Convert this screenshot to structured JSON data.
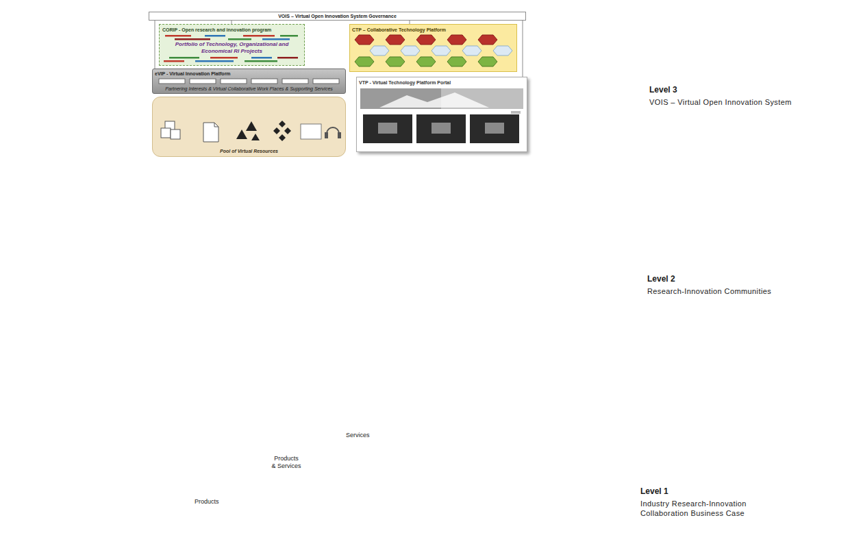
{
  "diagram": {
    "nodes": [
      {
        "text": [
          "Level 3",
          "VOIS – Virtual Open Innovation System"
        ]
      },
      {
        "text": [
          "VOIS – Virtual Open Innovation System Governance"
        ],
        "in": 0
      },
      {
        "text": [
          "CORIP - Open research and innovation program",
          "Portfolio of Technology, Organizational and Economical RI Projects"
        ],
        "in": 0
      },
      {
        "text": [
          "CTP – Collaborative Technology Platform"
        ],
        "in": 0
      },
      {
        "text": [
          "eVIP - Virtual Innovation Platform",
          "Partnering Interests & Virtual Collaborative Work Places & Supporting Services"
        ],
        "in": 0
      },
      {
        "text": [
          "Pool of Virtual Resources"
        ],
        "in": 0
      },
      {
        "text": [
          "VTP - Virtual Technology Platform Portal"
        ],
        "in": 0
      },
      {
        "text": [
          "Level 2",
          "Research-Innovation Communities"
        ]
      },
      {
        "text": [
          "Level 1",
          "Industry Research-Innovation Collaboration Business Case"
        ]
      }
    ],
    "edges": [
      {
        "from": 1,
        "to": 2,
        "arrow": "none"
      },
      {
        "from": 1,
        "to": 3,
        "arrow": "none"
      },
      {
        "from": 1,
        "to": 4,
        "arrow": "none"
      },
      {
        "from": 1,
        "to": 6,
        "arrow": "none"
      }
    ],
    "labels": [
      "Products & Services",
      "Services",
      "Products"
    ]
  }
}
